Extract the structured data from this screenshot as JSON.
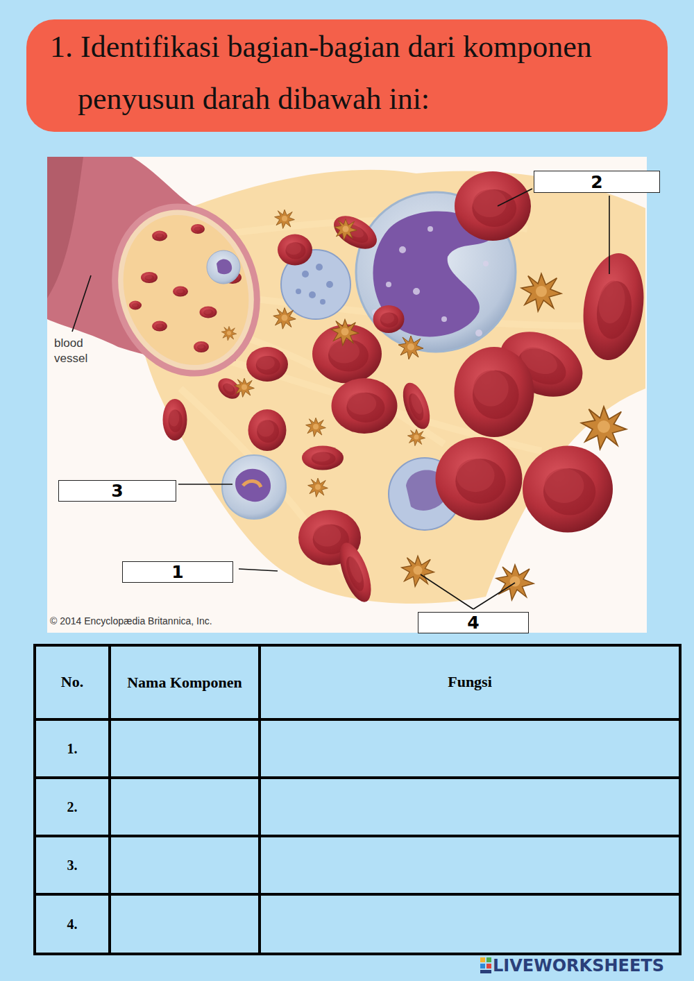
{
  "diagram": {
    "title": "1. Identifikasi bagian-bagian dari komponen penyusun darah dibawah ini:",
    "nodes": [
      {
        "text": [
          "2"
        ]
      },
      {
        "text": [
          "3"
        ]
      },
      {
        "text": [
          "1"
        ]
      },
      {
        "text": [
          "4"
        ]
      }
    ],
    "labels": [
      "blood vessel",
      "© 2014 Encyclopædia Britannica, Inc.",
      "No.",
      "Nama Komponen",
      "Fungsi",
      "1.",
      "2.",
      "3.",
      "4.",
      "LIVEWORKSHEETS"
    ]
  }
}
